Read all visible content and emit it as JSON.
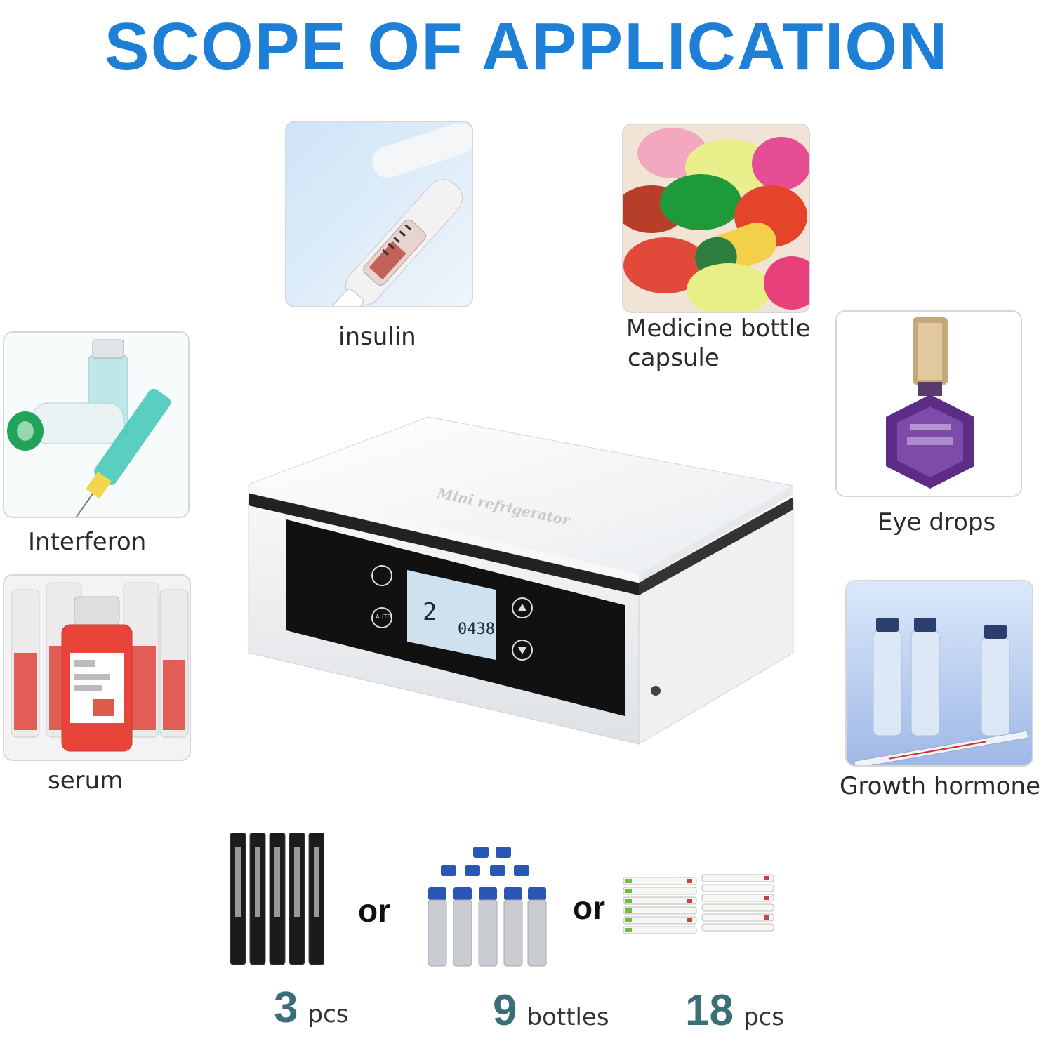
{
  "title": "SCOPE OF APPLICATION",
  "products": [
    {
      "key": "insulin",
      "label": "insulin"
    },
    {
      "key": "capsule",
      "label_line1": "Medicine bottle",
      "label_line2": "capsule"
    },
    {
      "key": "interferon",
      "label": "Interferon"
    },
    {
      "key": "eye_drops",
      "label": "Eye drops"
    },
    {
      "key": "serum",
      "label": "serum"
    },
    {
      "key": "growth_hormone",
      "label": "Growth hormone"
    }
  ],
  "device": {
    "brand_text": "Mini refrigerator",
    "display_temp": "2",
    "display_time": "0438",
    "button_auto": "AUTO"
  },
  "capacity": {
    "or_label": "or",
    "options": [
      {
        "number": "3",
        "unit": "pcs"
      },
      {
        "number": "9",
        "unit": "bottles"
      },
      {
        "number": "18",
        "unit": "pcs"
      }
    ]
  },
  "colors": {
    "title": "#1e7fd6",
    "capacity_number": "#3a6f78"
  }
}
